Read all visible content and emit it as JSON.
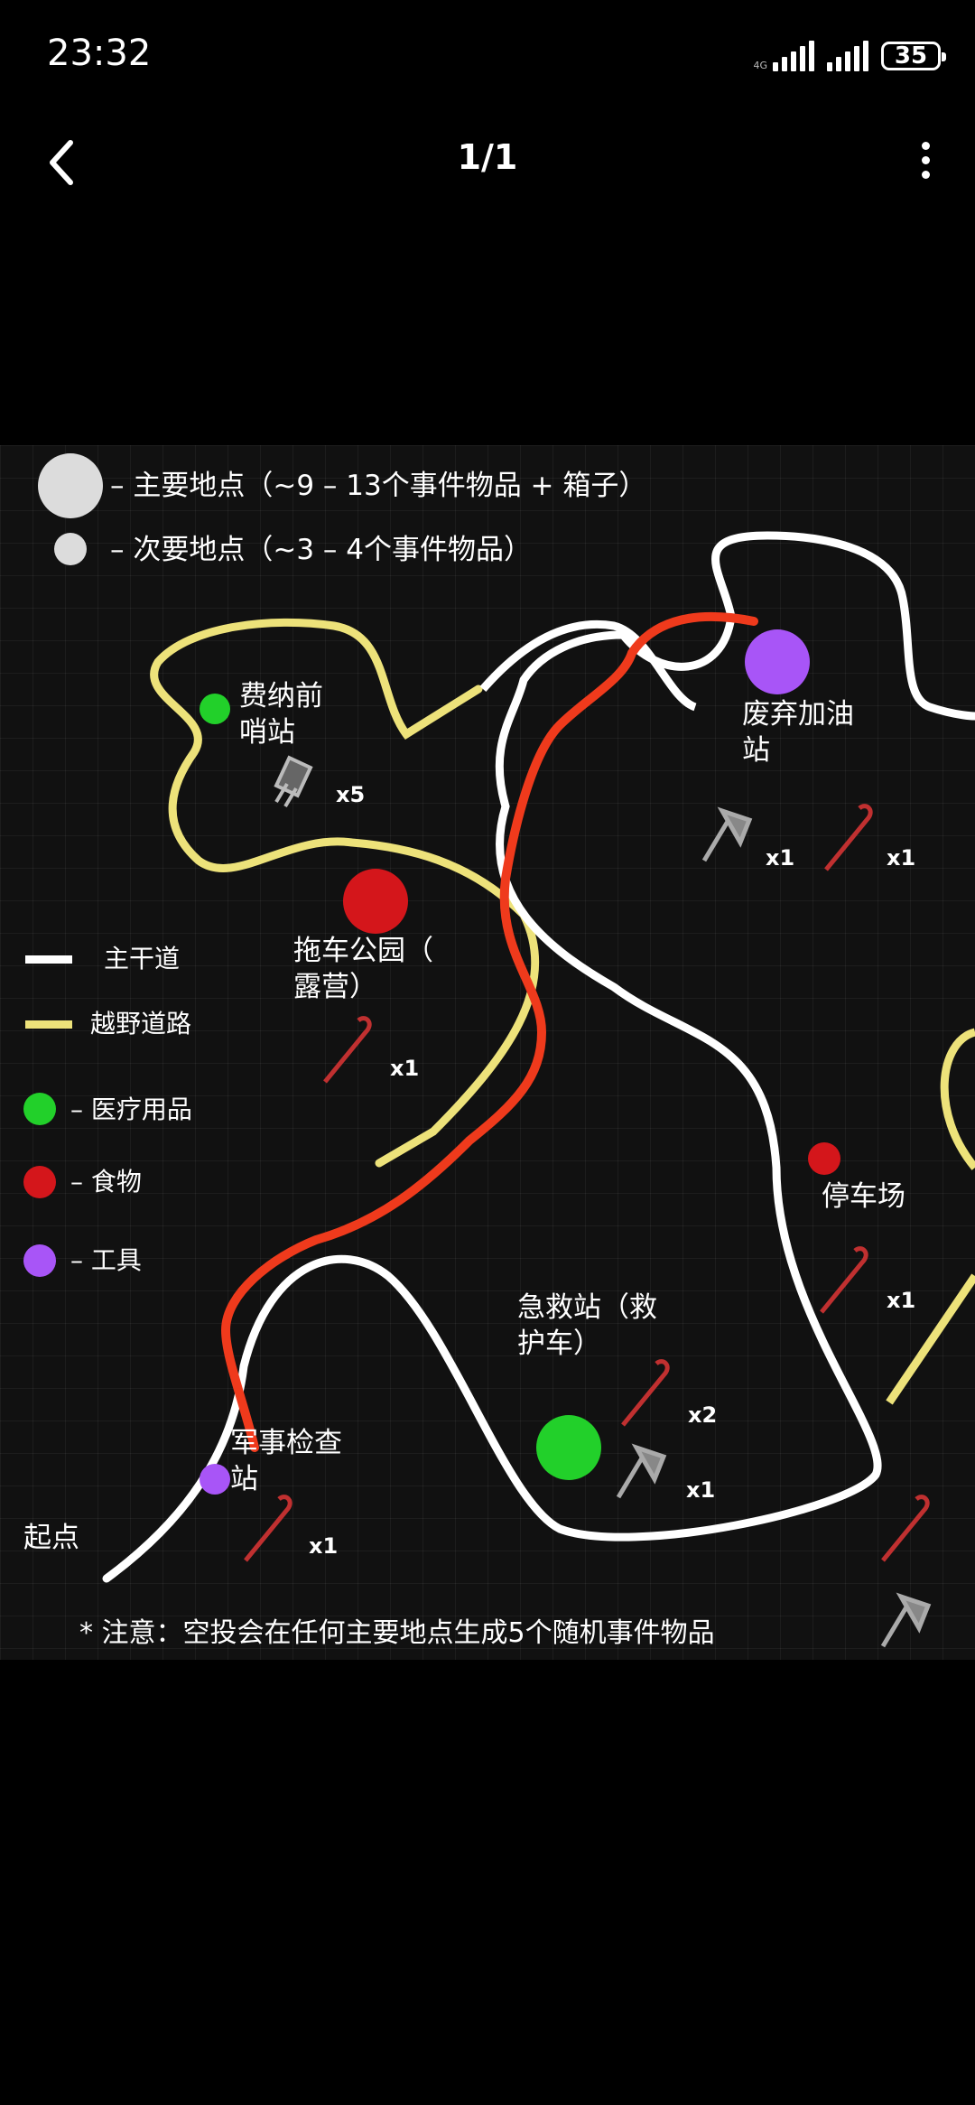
{
  "status_bar": {
    "time": "23:32",
    "battery": "35",
    "signal_tiny": "4G"
  },
  "app_bar": {
    "page_counter": "1/1"
  },
  "map": {
    "legend_top": {
      "major": "– 主要地点（~9 – 13个事件物品 + 箱子）",
      "minor": "– 次要地点（~3 – 4个事件物品）"
    },
    "legend_side": {
      "main_road": "主干道",
      "offroad": "越野道路",
      "medical": "– 医疗用品",
      "food": "– 食物",
      "tools": "– 工具"
    },
    "places": {
      "fenna": "费纳前\n哨站",
      "gas_station": "废弃加油\n站",
      "trailer_park": "拖车公园（\n露营）",
      "parking": "停车场",
      "first_aid": "急救站（救\n护车）",
      "checkpoint": "军事检查\n站",
      "start": "起点"
    },
    "quantities": {
      "fenna_x5": "x5",
      "gas_axe": "x1",
      "gas_crowbar": "x1",
      "trailer_crowbar": "x1",
      "parking_crowbar": "x1",
      "firstaid_crowbar": "x2",
      "firstaid_axe": "x1",
      "checkpoint_crowbar": "x1"
    },
    "note": "* 注意：空投会在任何主要地点生成5个随机事件物品",
    "colors": {
      "medical": "#22d02a",
      "food": "#d4161b",
      "tools": "#a855f7",
      "route": "#ef3a1c",
      "offroad": "#ede27a",
      "main_road": "#ffffff"
    }
  }
}
